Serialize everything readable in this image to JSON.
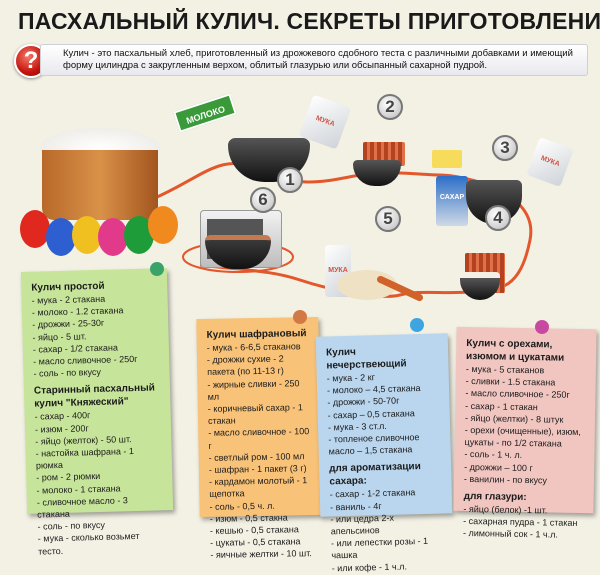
{
  "title": "ПАСХАЛЬНЫЙ КУЛИЧ. СЕКРЕТЫ ПРИГОТОВЛЕНИЯ",
  "info": {
    "icon": "question-icon",
    "text": "Кулич - это пасхальный хлеб, приготовленный из дрожжевого сдобного теста с различными добавками и имеющий форму цилиндра с закругленным верхом, облитый глазурью или обсыпанный сахарной пудрой."
  },
  "illustration": {
    "labels": {
      "milk": "МОЛОКО",
      "sugar": "САХАР",
      "flour": "МУКА"
    },
    "steps": [
      "1",
      "2",
      "3",
      "4",
      "5",
      "6"
    ]
  },
  "notes": [
    {
      "color": "#c7e59a",
      "sections": [
        {
          "title": "Кулич простой",
          "items": [
            "- мука - 2 стакана",
            "- молоко - 1.2 стакана",
            "- дрожжи - 25-30г",
            "- яйцо - 5 шт.",
            "- сахар - 1/2 стакана",
            "- масло сливочное - 250г",
            "- соль - по вкусу"
          ]
        },
        {
          "title": "Старинный пасхальный кулич \"Княжеский\"",
          "items": [
            "- сахар - 400г",
            "- изюм - 200г",
            "- яйцо (желток) - 50 шт.",
            "- настойка шафрана - 1 рюмка",
            "- ром - 2 рюмки",
            "- молоко - 1 стакана",
            "- сливочное масло - 3 стакана",
            "- соль - по вкусу",
            "- мука - сколько возьмет тесто."
          ]
        }
      ]
    },
    {
      "color": "#f8c278",
      "sections": [
        {
          "title": "Кулич шафрановый",
          "items": [
            "- мука - 6-6,5 стаканов",
            "- дрожжи сухие - 2 пакета (по 11-13 г)",
            "- жирные сливки - 250 мл",
            "- коричневый сахар - 1 стакан",
            "- масло сливочное - 100 г",
            "- светлый ром - 100 мл",
            "- шафран - 1 пакет (3 г)",
            "- кардамон молотый - 1 щепотка",
            "- соль - 0,5 ч. л.",
            "- изюм - 0,5 стакна",
            "- кешью - 0,5 стакана",
            "- цукаты - 0,5 стакана",
            "- яичные желтки - 10 шт."
          ]
        }
      ]
    },
    {
      "color": "#b9d6ee",
      "sections": [
        {
          "title": "Кулич нечерствеющий",
          "items": [
            "- мука - 2 кг",
            "- молоко – 4,5 стакана",
            "- дрожжи - 50-70г",
            "- сахар – 0,5 стакана",
            "- мука - 3 ст.л.",
            "- топленое сливочное масло – 1,5 стакана"
          ]
        },
        {
          "title": "для ароматизации сахара:",
          "items": [
            "- сахар - 1-2 стакана",
            "- ваниль - 4г",
            "- или цедра 2-х апельсинов",
            "- или лепестки розы - 1 чашка",
            "- или кофе - 1 ч.л."
          ]
        }
      ]
    },
    {
      "color": "#f1c6c0",
      "sections": [
        {
          "title": "Кулич с орехами, изюмом и цукатами",
          "items": [
            "- мука - 5 стаканов",
            "- сливки - 1.5 стакана",
            "- масло сливочное - 250г",
            "- сахар - 1 стакан",
            "- яйцо (желтки) - 8 штук",
            "- орехи (очищенные), изюм, цукаты - по 1/2 стакана",
            "- соль - 1 ч. л.",
            "- дрожжи – 100 г",
            "- ванилин - по вкусу"
          ]
        },
        {
          "title": "для глазури:",
          "items": [
            "- яйцо (белок) -1 шт.",
            "- сахарная пудра - 1 стакан",
            "- лимонный сок - 1 ч.л."
          ]
        }
      ]
    }
  ]
}
